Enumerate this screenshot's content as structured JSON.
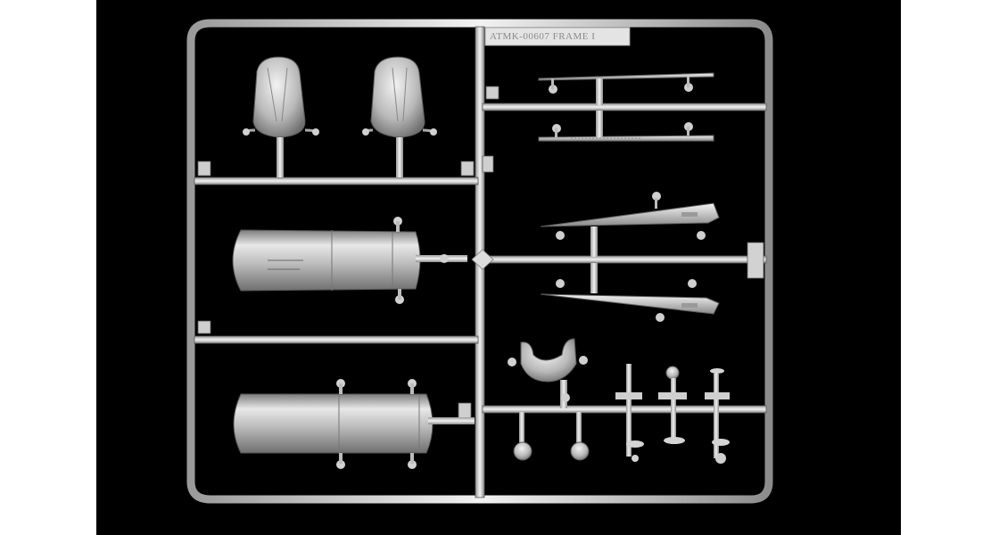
{
  "image": {
    "subject": "clear plastic model kit sprue frame",
    "background_color": "#000000",
    "border_color": "#ffffff",
    "part_color": "#d8d8d8"
  },
  "sprue": {
    "stamp_text": "ATMK-00607 FRAME I",
    "parts": {
      "canopy_left": "canopy-part",
      "canopy_right": "canopy-part",
      "nacelle_upper": "cylindrical-housing-part",
      "nacelle_lower": "cylindrical-housing-part",
      "blade_upper_a": "long-thin-blade-part",
      "blade_upper_b": "long-thin-blade-part",
      "wing_a": "tapered-wing-part",
      "wing_b": "tapered-wing-part",
      "saddle": "saddle-bracket-part",
      "lights": [
        "round-lens-part",
        "round-lens-part",
        "small-post-part",
        "small-post-part",
        "small-post-part"
      ]
    }
  }
}
